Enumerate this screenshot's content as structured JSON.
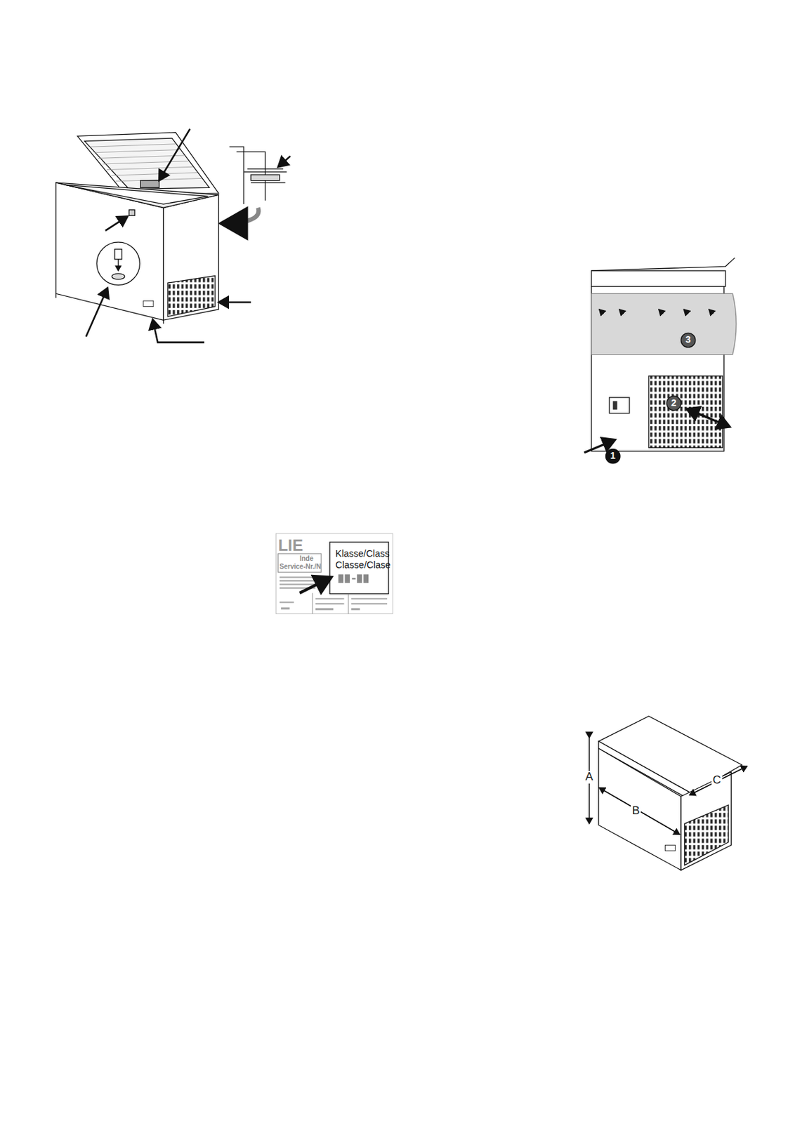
{
  "diagram": {
    "labels": [
      "LIE",
      "Inde",
      "Service-Nr./N",
      "Klasse/Class",
      "Classe/Clase",
      "1",
      "2",
      "3",
      "A",
      "B",
      "C"
    ]
  }
}
